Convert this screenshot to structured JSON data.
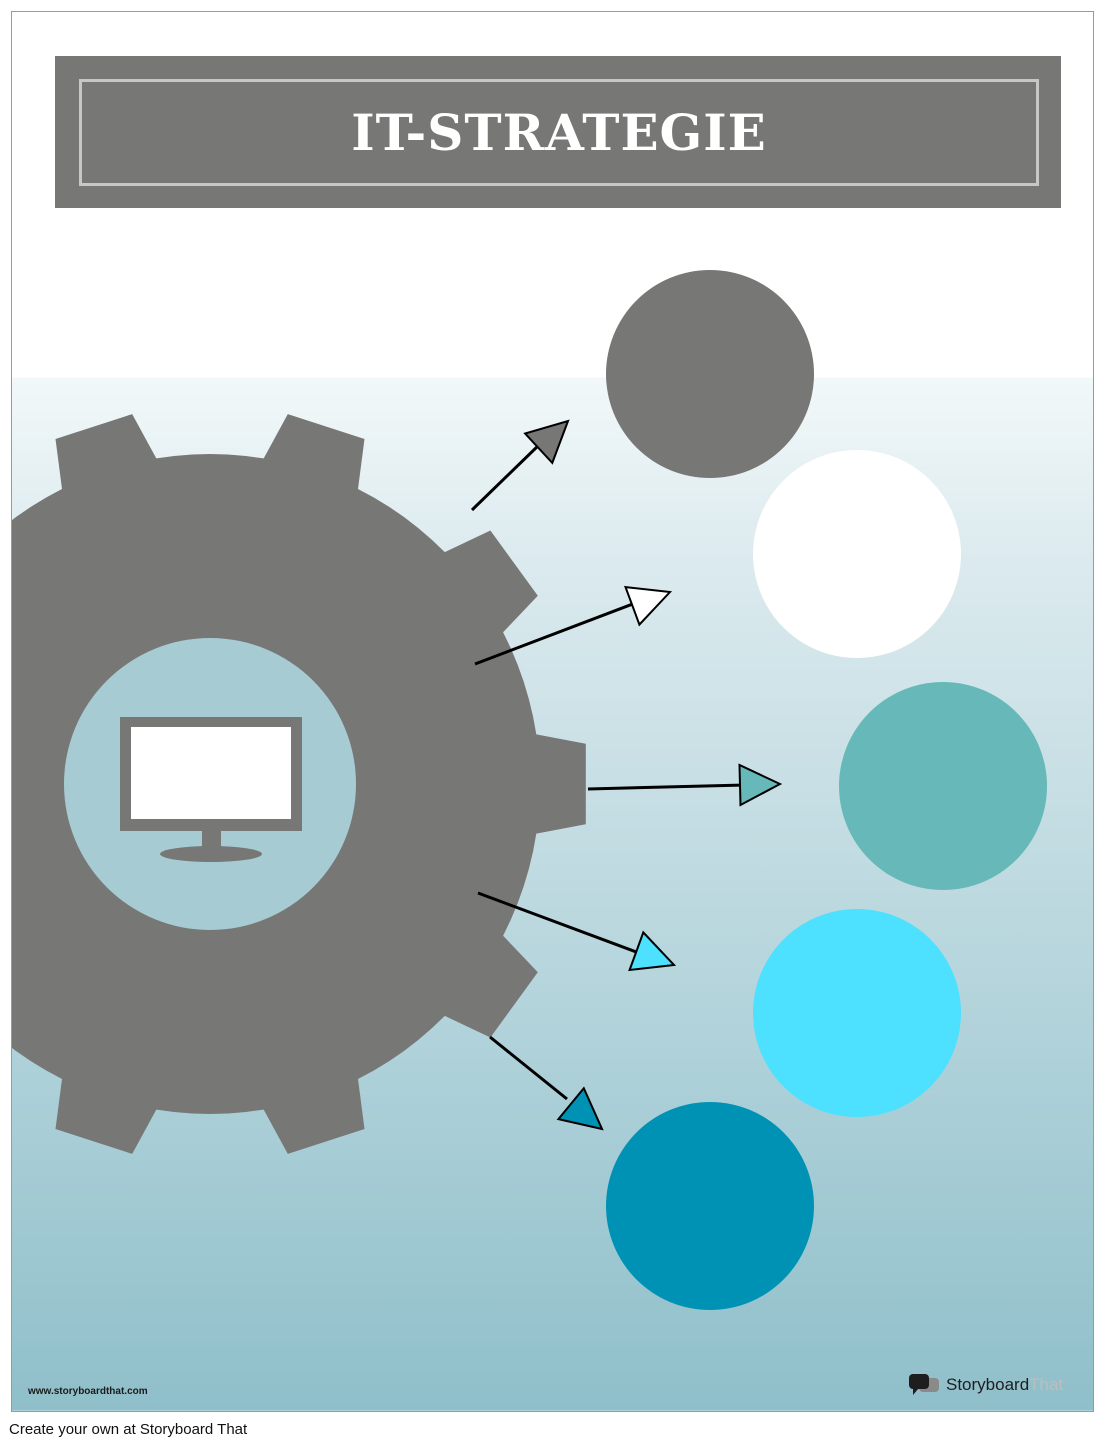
{
  "title": "IT-STRATEGIE",
  "colors": {
    "gear": "#777775",
    "hub": "#a7cbd3",
    "monitor_frame": "#777775",
    "monitor_screen": "#ffffff",
    "bg_top": "#f2f8f9",
    "bg_bottom": "#8fbfca",
    "arrow_line": "#000000"
  },
  "nodes": [
    {
      "id": "node-1",
      "color": "#777775"
    },
    {
      "id": "node-2",
      "color": "#ffffff"
    },
    {
      "id": "node-3",
      "color": "#66b9b8"
    },
    {
      "id": "node-4",
      "color": "#4de0ff"
    },
    {
      "id": "node-5",
      "color": "#0092b5"
    }
  ],
  "footer": {
    "url": "www.storyboardthat.com",
    "brand_bold": "Storyboard",
    "brand_light": "That",
    "tagline": "Create your own at Storyboard That"
  }
}
